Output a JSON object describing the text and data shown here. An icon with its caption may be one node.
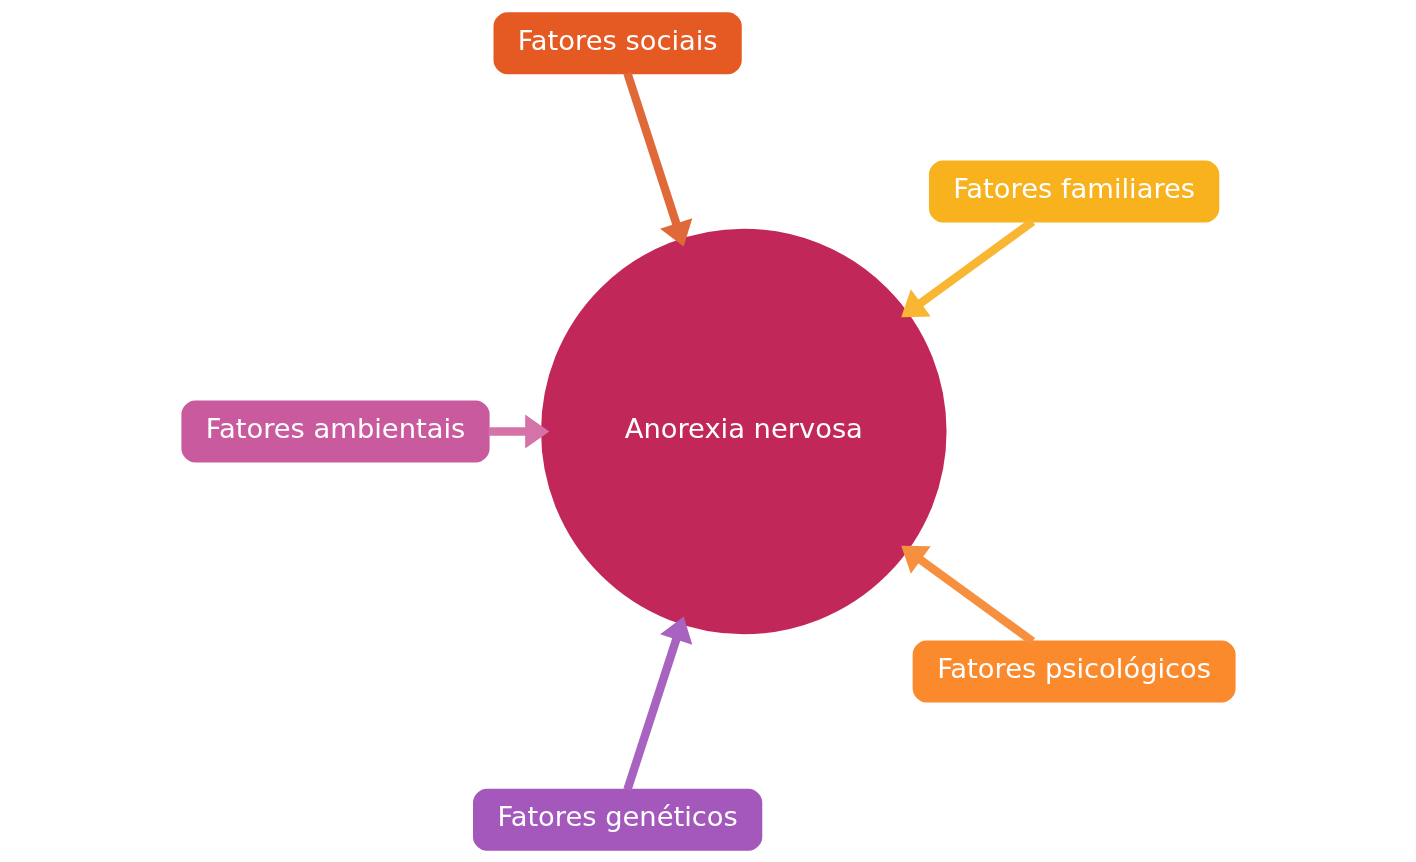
{
  "diagram": {
    "nodes": [
      {
        "text": [
          "Fatores familiares"
        ]
      },
      {
        "text": [
          "Fatores sociais"
        ]
      },
      {
        "text": [
          "Fatores ambientais"
        ]
      },
      {
        "text": [
          "Fatores genéticos"
        ]
      },
      {
        "text": [
          "Anorexia nervosa"
        ]
      },
      {
        "text": [
          "Fatores psicológicos"
        ]
      }
    ],
    "edges": [
      {
        "from": 0,
        "to": 4,
        "arrow": "to",
        "color": "#f8b632"
      },
      {
        "from": 1,
        "to": 4,
        "arrow": "to",
        "color": "#e0693a"
      },
      {
        "from": 2,
        "to": 4,
        "arrow": "to",
        "color": "#d573a8"
      },
      {
        "from": 3,
        "to": 4,
        "arrow": "to",
        "color": "#a862c0"
      },
      {
        "from": 5,
        "to": 4,
        "arrow": "to",
        "color": "#f7903e"
      }
    ]
  }
}
